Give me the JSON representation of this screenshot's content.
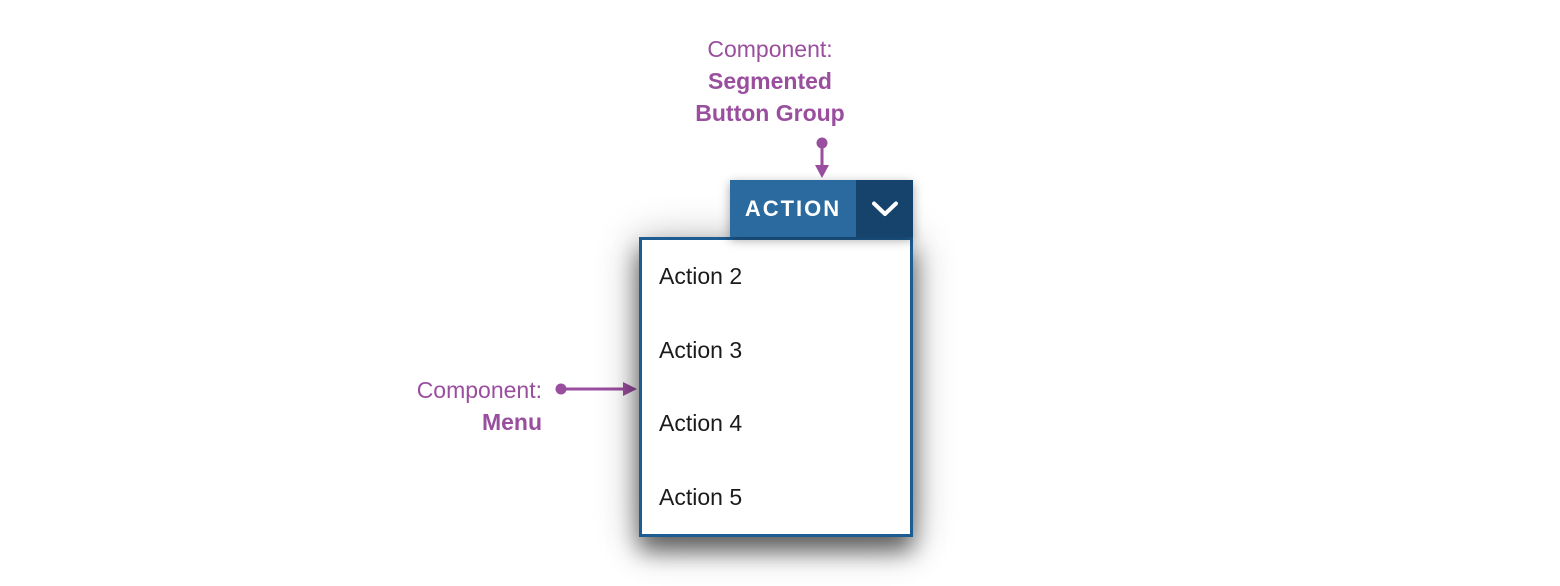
{
  "colors": {
    "canvas-bg": "#ffffff",
    "annotation": "#9a4e9e",
    "button-primary": "#2a6a9f",
    "button-toggle": "#16436b",
    "button-text": "#ffffff",
    "menu-border": "#1d5c91",
    "menu-bg": "#ffffff",
    "menu-text": "#1b1b1b"
  },
  "annotations": {
    "top": {
      "prefix": "Component:",
      "name_line1": "Segmented",
      "name_line2": "Button Group"
    },
    "left": {
      "prefix": "Component:",
      "name": "Menu"
    }
  },
  "segmented_button": {
    "label": "ACTION",
    "toggle_icon": "chevron-down"
  },
  "menu": {
    "items": [
      "Action 2",
      "Action 3",
      "Action 4",
      "Action 5"
    ]
  }
}
